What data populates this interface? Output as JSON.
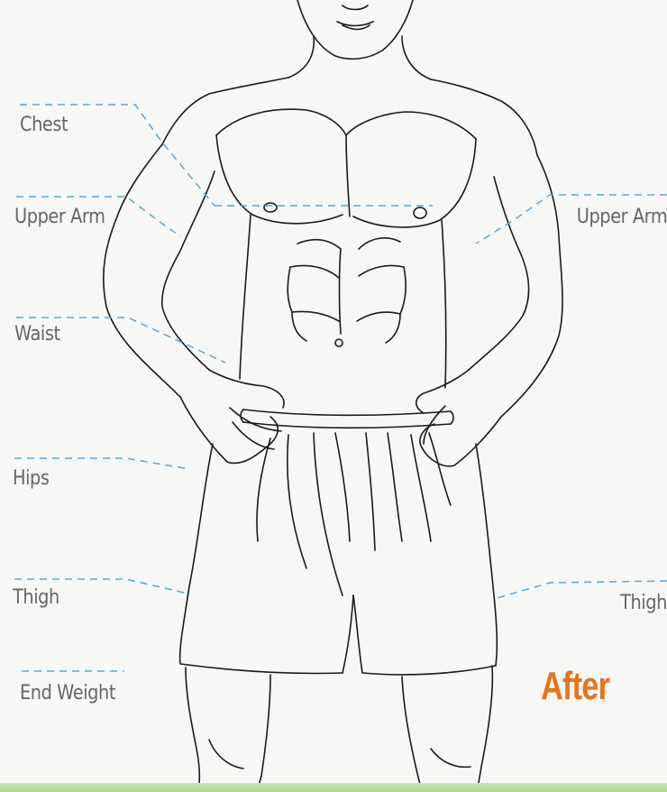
{
  "labels": {
    "chest": "Chest",
    "upper_arm_left": "Upper Arm",
    "upper_arm_right": "Upper Arm",
    "waist": "Waist",
    "hips": "Hips",
    "thigh_left": "Thigh",
    "thigh_right": "Thigh",
    "end_weight": "End Weight",
    "stage": "After"
  },
  "colors": {
    "dashed_line": "#5aa7d4",
    "label_text": "#666666",
    "after_accent": "#e8731d",
    "outline": "#1a1a1a"
  }
}
